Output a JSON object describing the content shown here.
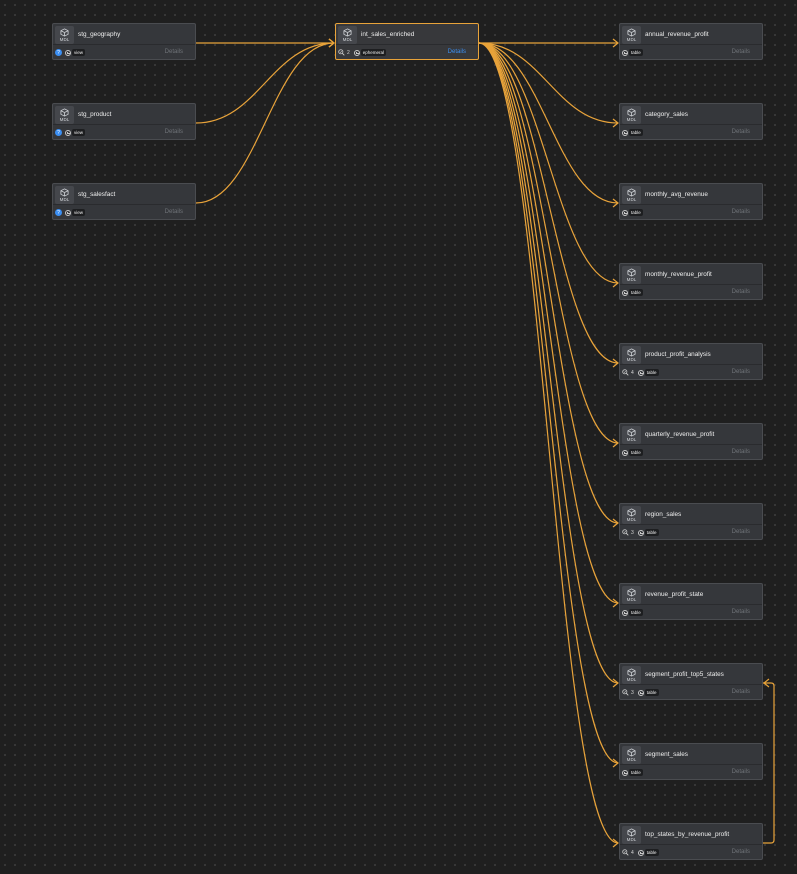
{
  "colors": {
    "edge": "#e8a33a",
    "accent_blue": "#3b8ff3",
    "background": "#1f1f1f",
    "node": "#35373b"
  },
  "icons": {
    "model": "cube-icon",
    "tests": "search-icon",
    "materialization": "check-circle-icon",
    "docs": "question-icon"
  },
  "mdl_label": "MDL",
  "details_label": "Details",
  "nodes": [
    {
      "id": "stg_geography",
      "name": "stg_geography",
      "materialization": "view",
      "tests": "",
      "docs_badge": "?"
    },
    {
      "id": "stg_product",
      "name": "stg_product",
      "materialization": "view",
      "tests": "",
      "docs_badge": "?"
    },
    {
      "id": "stg_salesfact",
      "name": "stg_salesfact",
      "materialization": "view",
      "tests": "",
      "docs_badge": "?"
    },
    {
      "id": "int_sales_enriched",
      "name": "int_sales_enriched",
      "materialization": "ephemeral",
      "tests": "2",
      "docs_badge": "",
      "selected": true
    },
    {
      "id": "annual_revenue_profit",
      "name": "annual_revenue_profit",
      "materialization": "table",
      "tests": "",
      "docs_badge": ""
    },
    {
      "id": "category_sales",
      "name": "category_sales",
      "materialization": "table",
      "tests": "",
      "docs_badge": ""
    },
    {
      "id": "monthly_avg_revenue",
      "name": "monthly_avg_revenue",
      "materialization": "table",
      "tests": "",
      "docs_badge": ""
    },
    {
      "id": "monthly_revenue_profit",
      "name": "monthly_revenue_profit",
      "materialization": "table",
      "tests": "",
      "docs_badge": ""
    },
    {
      "id": "product_profit_analysis",
      "name": "product_profit_analysis",
      "materialization": "table",
      "tests": "4",
      "docs_badge": ""
    },
    {
      "id": "quarterly_revenue_profit",
      "name": "quarterly_revenue_profit",
      "materialization": "table",
      "tests": "",
      "docs_badge": ""
    },
    {
      "id": "region_sales",
      "name": "region_sales",
      "materialization": "table",
      "tests": "3",
      "docs_badge": ""
    },
    {
      "id": "revenue_profit_state",
      "name": "revenue_profit_state",
      "materialization": "table",
      "tests": "",
      "docs_badge": ""
    },
    {
      "id": "segment_profit_top5_states",
      "name": "segment_profit_top5_states",
      "materialization": "table",
      "tests": "3",
      "docs_badge": ""
    },
    {
      "id": "segment_sales",
      "name": "segment_sales",
      "materialization": "table",
      "tests": "",
      "docs_badge": ""
    },
    {
      "id": "top_states_by_revenue_profit",
      "name": "top_states_by_revenue_profit",
      "materialization": "table",
      "tests": "4",
      "docs_badge": ""
    }
  ],
  "edges": [
    [
      "stg_geography",
      "int_sales_enriched"
    ],
    [
      "stg_product",
      "int_sales_enriched"
    ],
    [
      "stg_salesfact",
      "int_sales_enriched"
    ],
    [
      "int_sales_enriched",
      "annual_revenue_profit"
    ],
    [
      "int_sales_enriched",
      "category_sales"
    ],
    [
      "int_sales_enriched",
      "monthly_avg_revenue"
    ],
    [
      "int_sales_enriched",
      "monthly_revenue_profit"
    ],
    [
      "int_sales_enriched",
      "product_profit_analysis"
    ],
    [
      "int_sales_enriched",
      "quarterly_revenue_profit"
    ],
    [
      "int_sales_enriched",
      "region_sales"
    ],
    [
      "int_sales_enriched",
      "revenue_profit_state"
    ],
    [
      "int_sales_enriched",
      "segment_profit_top5_states"
    ],
    [
      "int_sales_enriched",
      "segment_sales"
    ],
    [
      "int_sales_enriched",
      "top_states_by_revenue_profit"
    ],
    [
      "top_states_by_revenue_profit",
      "segment_profit_top5_states"
    ]
  ]
}
